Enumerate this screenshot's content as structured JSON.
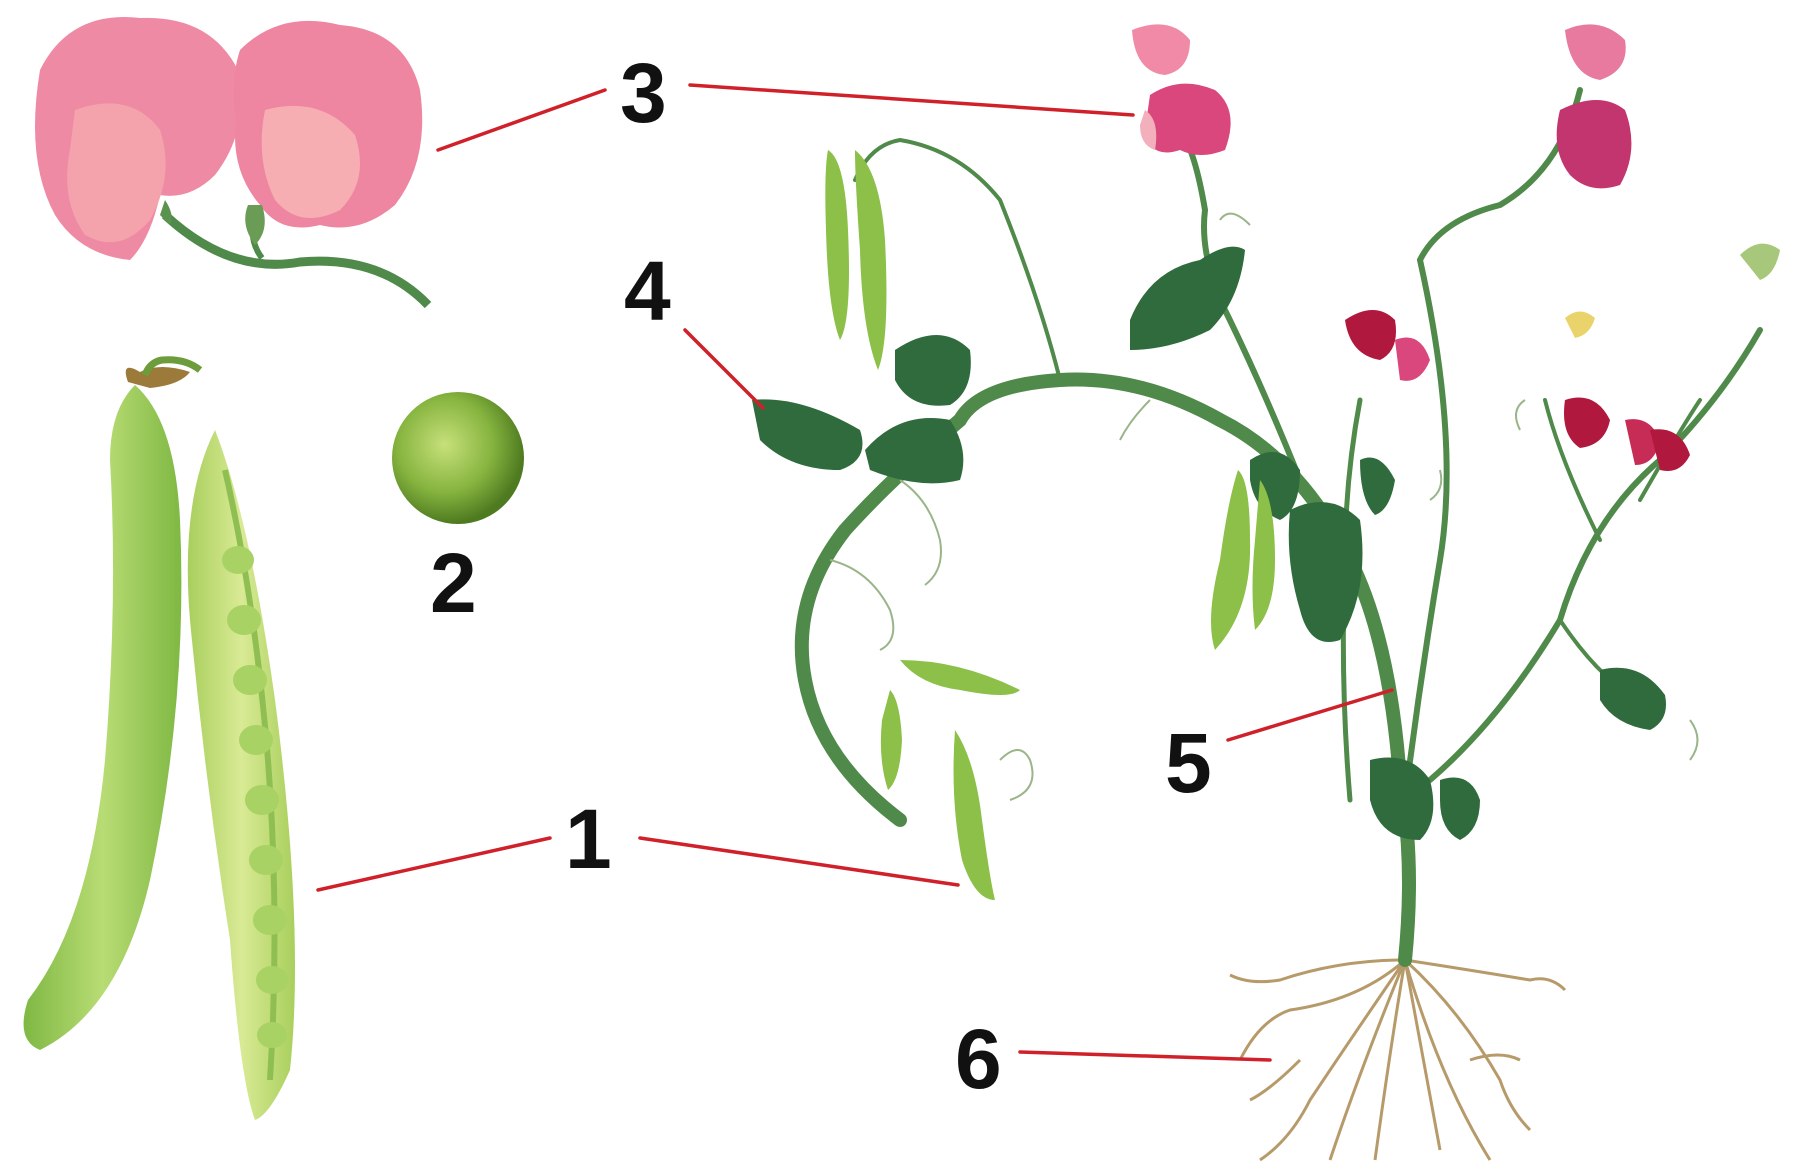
{
  "diagram": {
    "labels": [
      {
        "id": "1",
        "text": "1"
      },
      {
        "id": "2",
        "text": "2"
      },
      {
        "id": "3",
        "text": "3"
      },
      {
        "id": "4",
        "text": "4"
      },
      {
        "id": "5",
        "text": "5"
      },
      {
        "id": "6",
        "text": "6"
      }
    ]
  },
  "colors": {
    "leader_line": "#d0212a",
    "label_text": "#111111",
    "petal_pink": "#f08aa6",
    "petal_light": "#f6a9b1",
    "petal_magenta": "#d23d7a",
    "petal_crimson": "#b0193d",
    "pod_green": "#9ccc5a",
    "pod_light": "#c8e07d",
    "leaf_green": "#2f6b3c",
    "stem_green": "#4f8a4a",
    "root_tan": "#b79a6a",
    "seed_green": "#7fae3a"
  }
}
